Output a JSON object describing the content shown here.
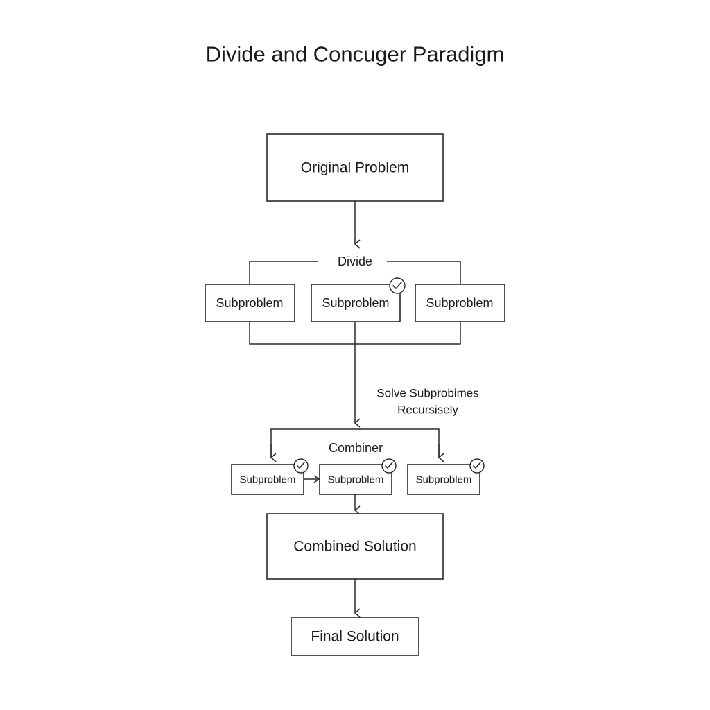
{
  "title": "Divide and Concuger Paradigm",
  "nodes": {
    "original": "Original Problem",
    "divide": "Divide",
    "sub_top_left": "Subproblem",
    "sub_top_middle": "Subproblem",
    "sub_top_right": "Subproblem",
    "solve_note_line1": "Solve Subprobimes",
    "solve_note_line2": "Recursisely",
    "combiner": "Combiner",
    "sub_bottom_left": "Subproblem",
    "sub_bottom_middle": "Subproblem",
    "sub_bottom_right": "Subproblem",
    "combined": "Combined Solution",
    "final": "Final Solution"
  }
}
